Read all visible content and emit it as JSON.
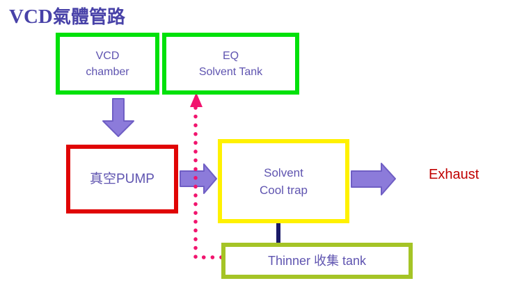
{
  "title": {
    "latin": "VCD",
    "cjk": "氣體管路"
  },
  "nodes": {
    "vcd_chamber": {
      "line1": "VCD",
      "line2": "chamber"
    },
    "eq_solvent_tank": {
      "line1": "EQ",
      "line2": "Solvent Tank"
    },
    "vacuum_pump": {
      "label": "真空PUMP"
    },
    "solvent_cool_trap": {
      "line1": "Solvent",
      "line2": "Cool trap"
    },
    "thinner_collect_tank": {
      "label": "Thinner 收集 tank"
    }
  },
  "labels": {
    "exhaust": "Exhaust"
  },
  "flows": [
    {
      "from": "vcd_chamber",
      "to": "vacuum_pump",
      "style": "solid-block-arrow"
    },
    {
      "from": "vacuum_pump",
      "to": "solvent_cool_trap",
      "style": "solid-block-arrow"
    },
    {
      "from": "solvent_cool_trap",
      "to": "exhaust",
      "style": "solid-block-arrow"
    },
    {
      "from": "solvent_cool_trap",
      "to": "thinner_collect_tank",
      "style": "solid-line"
    },
    {
      "from": "thinner_collect_tank",
      "to": "eq_solvent_tank",
      "style": "dotted-arrow"
    }
  ],
  "colors": {
    "title_text": "#4842A8",
    "node_text": "#5F54B0",
    "green_border": "#00E10B",
    "red_border": "#E00505",
    "yellow_border": "#FFF100",
    "olive_border": "#A5C426",
    "arrow_fill": "#8C7BDA",
    "arrow_stroke": "#6F5EC4",
    "dotted_pink": "#F1146E",
    "navy_connector": "#1A1A66",
    "exhaust_text": "#C00000"
  }
}
